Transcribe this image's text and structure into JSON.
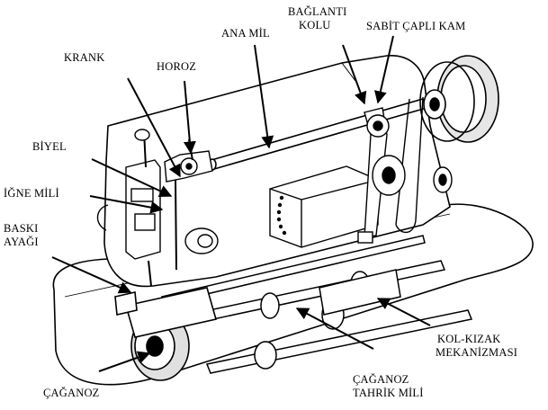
{
  "diagram": {
    "labels": {
      "ana_mil": "ANA MİL",
      "baglanti_kolu_line1": "BAĞLANTI",
      "baglanti_kolu_line2": "KOLU",
      "sabit_capli_kam": "SABİT ÇAPLI KAM",
      "krank": "KRANK",
      "horoz": "HOROZ",
      "biyel": "BİYEL",
      "igne_mili": "İĞNE MİLİ",
      "baski_ayagi_line1": "BASKI",
      "baski_ayagi_line2": "AYAĞI",
      "kol_kizak_line1": "KOL-KIZAK",
      "kol_kizak_line2": "MEKANİZMASI",
      "caganoz": "ÇAĞANOZ",
      "caganoz_tahrik_line1": "ÇAĞANOZ",
      "caganoz_tahrik_line2": "TAHRİK MİLİ"
    },
    "colors": {
      "ink": "#000000",
      "background": "#ffffff",
      "shading": "#d8d8d8"
    }
  }
}
